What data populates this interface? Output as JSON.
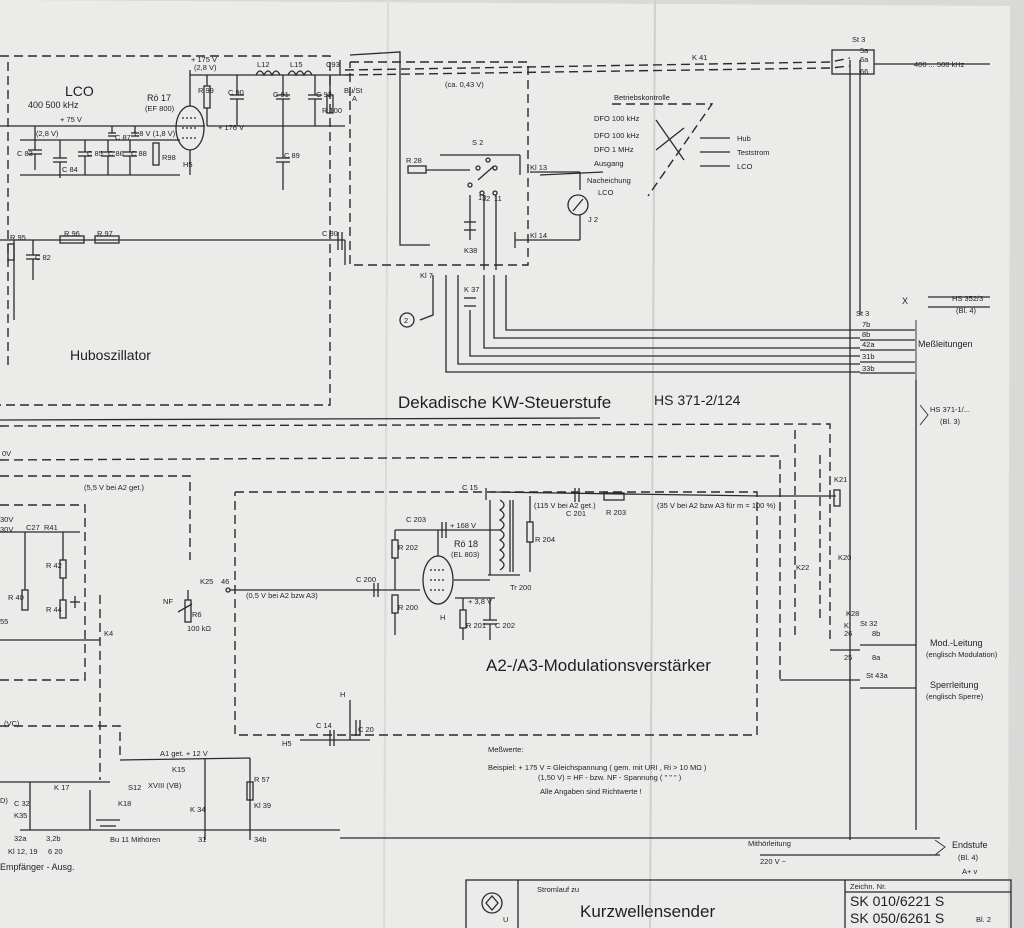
{
  "sections": {
    "osc_title": "Huboszillator",
    "stage_title": "Dekadische KW-Steuerstufe",
    "stage_code": "HS 371-2/124",
    "mod_title": "A2-/A3-Modulationsverstärker",
    "lco": "LCO",
    "lco_range": "400    500 kHz"
  },
  "components": {
    "ro17": "Rö 17",
    "ef800": "(EF 800)",
    "ro18": "Rö 18",
    "el803": "(EL 803)",
    "r99": "R 99",
    "c90": "C 90",
    "l12": "L12",
    "l15": "L15",
    "c91": "C 91",
    "c92": "C 92",
    "c93": "C93",
    "r100": "R 100",
    "bu51": "Bu/St",
    "bu51a": "A",
    "c89": "C 89",
    "c83": "C 83",
    "c84": "C 84",
    "c85": "C 85",
    "c86": "C 86",
    "c87": "C 87",
    "c88": "C 88",
    "r98": "R98",
    "h5a": "H5",
    "r95": "R 95",
    "c82": "C 82",
    "r96": "R 96",
    "r97": "R 97",
    "c80": "C 80",
    "r28": "R 28",
    "s2": "S 2",
    "kl13": "Kl 13",
    "kl14": "Kl 14",
    "j2": "J 2",
    "k38": "K38",
    "k37": "K 37",
    "kl7": "Kl 7",
    "n12": "12",
    "n11": "11",
    "n13": "13",
    "c15": "C 15",
    "c203": "C 203",
    "r202": "R 202",
    "r200": "R 200",
    "r201": "R 201",
    "c202": "C 202",
    "c200": "C 200",
    "k25": "K25",
    "k25n": "46",
    "nf": "NF",
    "r6": "R6",
    "r6v": "100 kΩ",
    "c201": "C 201",
    "r203": "R 203",
    "r204": "R 204",
    "tr200": "Tr 200",
    "k21": "K21",
    "k22": "K22",
    "k20": "K20",
    "k28": "K28",
    "k4": "K4",
    "c27": "C27",
    "r41": "R41",
    "r42": "R 42",
    "r40": "R 40",
    "r44": "R 44",
    "c14": "C 14",
    "c20": "C 20",
    "h5b": "H5",
    "r57": "R 57",
    "kl39": "Kl 39",
    "k15": "K15",
    "k34": "K 34",
    "k35": "K35",
    "k17": "K 17",
    "k18": "K18",
    "s12": "S12",
    "c32": "C 32",
    "k41": "K 41",
    "hplus": "H",
    "h1": "H",
    "c55": "55",
    "v30": "30V",
    "v20": "30V"
  },
  "voltages": {
    "v175": "+ 175 V",
    "v28": "(2,8 V)",
    "v176": "+ 176 V",
    "v75": "+ 75 V",
    "v28b": "(2,8 V)",
    "v18": "1,8 V (1,8 V)",
    "v043": "(ca. 0,43 V)",
    "v168": "+ 168 V",
    "v38": "+ 3,8 V",
    "v115": "(115 V bei A2 get.)",
    "v35": "(35 V bei A2 bzw A3 für m = 100 %)",
    "v05": "(0,5 V bei A2 bzw A3)",
    "v55": "(5,5 V bei A2 get.)",
    "a1": "A1 get. + 12 V",
    "v0": "0V"
  },
  "betrieb": {
    "title": "Betriebskontrolle",
    "items": [
      "DFO 100 kHz",
      "DFO 100 kHz",
      "DFO 1 MHz",
      "Ausgang",
      "Nacheichung",
      "LCO"
    ],
    "right": [
      "Hub",
      "Teststrom",
      "LCO"
    ]
  },
  "right_labels": {
    "st3": "St 3",
    "sa": "5a",
    "sb": "6a",
    "sc": "66",
    "range": "400 ... 500 kHz",
    "st3b": "St 3",
    "p7b": "7b",
    "p8b": "8b",
    "p42a": "42a",
    "p31b": "31b",
    "p33b": "33b",
    "messleitungen": "Meßleitungen",
    "hs352": "HS 352/3",
    "bl4": "(Bl. 4)",
    "hs371": "HS 371-1/...",
    "bl3": "(Bl. 3)",
    "st32": "St 32",
    "p8b2": "8b",
    "p26": "26",
    "p25": "25",
    "p8a": "8a",
    "kl": "Kl",
    "st43": "St 43a",
    "mod_leitung": "Mod.-Leitung",
    "mod_sub": "(englisch Modulation)",
    "sperr": "Sperrleitung",
    "sperr_sub": "(englisch Sperre)",
    "mithor": "Mithörleitung",
    "v220": "220 V ~",
    "endstufe": "Endstufe",
    "endstufe_bl": "(Bl. 4)",
    "anv": "A+ v"
  },
  "measure": {
    "title": "Meßwerte:",
    "l1": "Beispiel: + 175 V = Gleichspannung  ( gem. mit URI , Ri > 10 MΩ )",
    "l2": "(1,50 V) = HF - bzw. NF - Spannung  (   \"      \"      \"   )",
    "l3": "Alle Angaben sind Richtwerte !"
  },
  "bottom_left": {
    "kl12": "Kl 12, 19",
    "p32a": "32a",
    "p32b": "3,2b",
    "p620": "6 20",
    "bu11": "Bu 11 Mithören",
    "p31": "31",
    "p34b": "34b",
    "empf": "Empfänger - Ausg.",
    "vb": "XVIII (VB)",
    "vc": "(VC)",
    "d": "D)",
    "x": "X"
  },
  "title_block": {
    "caption": "Stromlauf zu",
    "title": "Kurzwellensender",
    "drawing_label": "Zeichn. Nr.",
    "no1": "SK 010/6221 S",
    "no2": "SK 050/6261 S",
    "sheet": "Bl. 2",
    "logo_letter": "U"
  }
}
